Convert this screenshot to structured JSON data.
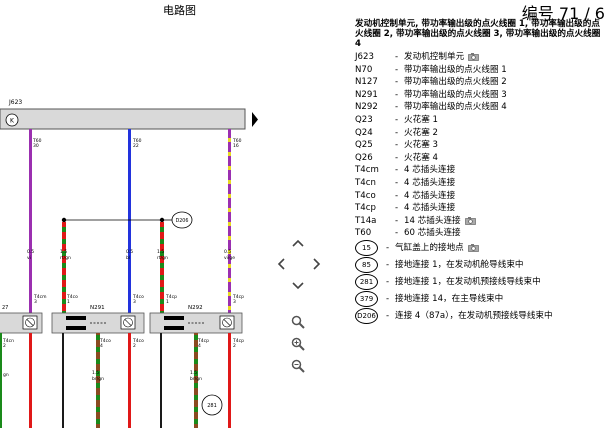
{
  "header": {
    "title": "电路图",
    "page_label": "编号 71 / 6"
  },
  "schematic": {
    "j623_label": "J623",
    "k_symbol": "K",
    "t60_pins": [
      {
        "conn": "T60",
        "pin": "30",
        "wire_size": "0.5",
        "wire_color": "vi"
      },
      {
        "conn": "T60",
        "pin": "22",
        "wire_size": "0.5",
        "wire_color": "bl"
      },
      {
        "conn": "T60",
        "pin": "16",
        "wire_size": "0.5",
        "wire_color": "vi/ge"
      }
    ],
    "d206_label": "D206",
    "upper_wires": [
      {
        "wire_size": "1.5",
        "wire_color": "rt/gn"
      },
      {
        "wire_size": "1.5",
        "wire_color": "rt/gn"
      }
    ],
    "coils": [
      {
        "name": "27"
      },
      {
        "name": "N291"
      },
      {
        "name": "N292"
      }
    ],
    "coil_pins": [
      {
        "conn": "T4cm",
        "pin": "3"
      },
      {
        "conn": "T4co",
        "pin": "1"
      },
      {
        "conn": "T4co",
        "pin": "3"
      },
      {
        "conn": "T4cp",
        "pin": "1"
      },
      {
        "conn": "T4cp",
        "pin": "3"
      }
    ],
    "lower_pins": [
      {
        "conn": "T4cn",
        "pin": "2"
      },
      {
        "conn": "T4co",
        "pin": "4"
      },
      {
        "conn": "T4co",
        "pin": "2"
      },
      {
        "conn": "T4cp",
        "pin": "4"
      },
      {
        "conn": "T4cp",
        "pin": "2"
      }
    ],
    "lower_wires": [
      {
        "wire_size": "1.5",
        "wire_color": "br/gn"
      },
      {
        "wire_size": "1.5",
        "wire_color": "br/gn"
      }
    ],
    "left_wire_color": "gn",
    "ground_281": "281"
  },
  "legend": {
    "heading": "发动机控制单元, 带功率输出级的点火线圈 1, 带功率输出级的点火线圈 2, 带功率输出级的点火线圈 3, 带功率输出级的点火线圈 4",
    "items": [
      {
        "code": "J623",
        "desc": "发动机控制单元",
        "camera": true
      },
      {
        "code": "N70",
        "desc": "带功率输出级的点火线圈 1"
      },
      {
        "code": "N127",
        "desc": "带功率输出级的点火线圈 2"
      },
      {
        "code": "N291",
        "desc": "带功率输出级的点火线圈 3"
      },
      {
        "code": "N292",
        "desc": "带功率输出级的点火线圈 4"
      },
      {
        "code": "Q23",
        "desc": "火花塞 1"
      },
      {
        "code": "Q24",
        "desc": "火花塞 2"
      },
      {
        "code": "Q25",
        "desc": "火花塞 3"
      },
      {
        "code": "Q26",
        "desc": "火花塞 4"
      },
      {
        "code": "T4cm",
        "desc": "4 芯插头连接"
      },
      {
        "code": "T4cn",
        "desc": "4 芯插头连接"
      },
      {
        "code": "T4co",
        "desc": "4 芯插头连接"
      },
      {
        "code": "T4cp",
        "desc": "4 芯插头连接"
      },
      {
        "code": "T14a",
        "desc": "14 芯插头连接",
        "camera": true
      },
      {
        "code": "T60",
        "desc": "60 芯插头连接"
      }
    ],
    "circles": [
      {
        "code": "15",
        "desc": "气缸盖上的接地点",
        "camera": true
      },
      {
        "code": "85",
        "desc": "接地连接 1，在发动机舱导线束中"
      },
      {
        "code": "281",
        "desc": "接地连接 1，在发动机预接线导线束中"
      },
      {
        "code": "379",
        "desc": "接地连接 14，在主导线束中"
      },
      {
        "code": "D206",
        "desc": "连接 4（87a），在发动机预接线导线束中"
      }
    ]
  },
  "colors": {
    "violet": "#9b2fb0",
    "blue": "#2233dd",
    "red": "#e01818",
    "green": "#1a8a1a",
    "brown": "#8a4a20"
  }
}
